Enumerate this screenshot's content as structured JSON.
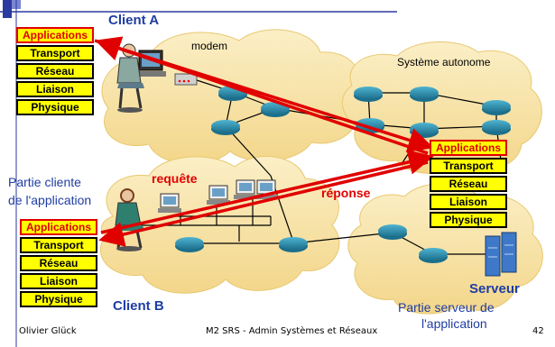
{
  "stack_layers": [
    "Applications",
    "Transport",
    "Réseau",
    "Liaison",
    "Physique"
  ],
  "labels": {
    "client_a": "Client A",
    "client_b": "Client B",
    "modem": "modem",
    "systeme_autonome": "Système autonome",
    "partie_cliente": [
      "Partie cliente",
      "de l'application"
    ],
    "requete": "requête",
    "reponse": "réponse",
    "serveur": "Serveur",
    "partie_serveur": [
      "Partie serveur de",
      "l'application"
    ]
  },
  "footer": {
    "author": "Olivier Glück",
    "course": "M2 SRS - Admin Systèmes et Réseaux",
    "page": "42"
  },
  "colors": {
    "cloud": "#f7e0a3",
    "router": "#2b8fb0",
    "arrow": "#e00000",
    "stack_fill": "#ffff00",
    "accent_blue": "#1f3da3"
  }
}
